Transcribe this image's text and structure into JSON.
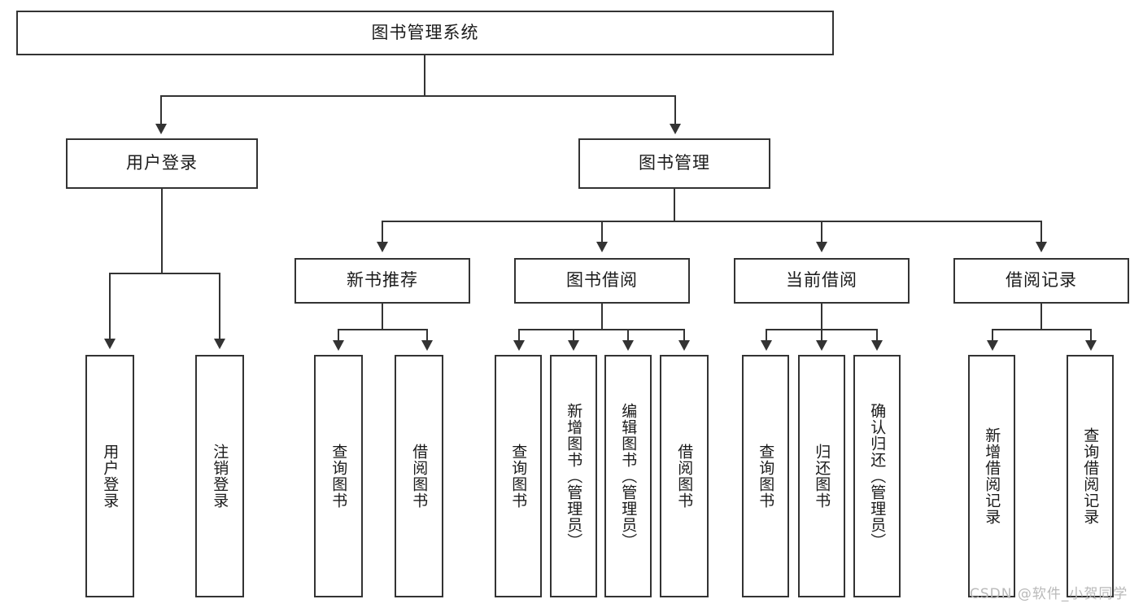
{
  "diagram": {
    "title": "图书管理系统",
    "type": "tree",
    "root": {
      "label": "图书管理系统"
    },
    "level2": [
      {
        "label": "用户登录"
      },
      {
        "label": "图书管理"
      }
    ],
    "level3": [
      {
        "label": "新书推荐"
      },
      {
        "label": "图书借阅"
      },
      {
        "label": "当前借阅"
      },
      {
        "label": "借阅记录"
      }
    ],
    "leaves": {
      "user_login": [
        {
          "label": "用户登录"
        },
        {
          "label": "注销登录"
        }
      ],
      "new_book_recommend": [
        {
          "label": "查询图书"
        },
        {
          "label": "借阅图书"
        }
      ],
      "book_borrow": [
        {
          "label": "查询图书"
        },
        {
          "label": "新增图书（管理员）"
        },
        {
          "label": "编辑图书（管理员）"
        },
        {
          "label": "借阅图书"
        }
      ],
      "current_borrow": [
        {
          "label": "查询图书"
        },
        {
          "label": "归还图书"
        },
        {
          "label": "确认归还（管理员）"
        }
      ],
      "borrow_record": [
        {
          "label": "新增借阅记录"
        },
        {
          "label": "查询借阅记录"
        }
      ]
    }
  },
  "watermark": {
    "text": "CSDN @软件_小贺同学"
  },
  "colors": {
    "stroke": "#333333",
    "fill": "#ffffff",
    "text": "#1b1b1b",
    "watermark": "#b9b9b9"
  }
}
